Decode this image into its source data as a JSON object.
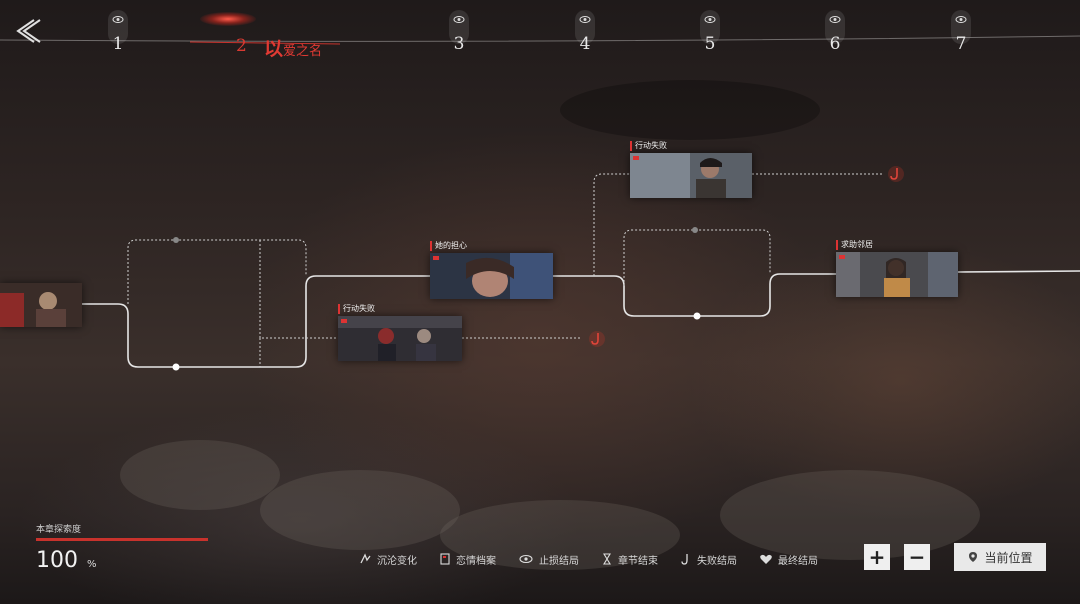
{
  "chapters": {
    "items": [
      {
        "num": "1"
      },
      {
        "num": "2",
        "title_main": "以",
        "title_sub": "爱之名",
        "active": true
      },
      {
        "num": "3"
      },
      {
        "num": "4"
      },
      {
        "num": "5"
      },
      {
        "num": "6"
      },
      {
        "num": "7"
      }
    ]
  },
  "nodes": [
    {
      "label": ""
    },
    {
      "label": "行动失败"
    },
    {
      "label": "她的担心"
    },
    {
      "label": "行动失败"
    },
    {
      "label": "求助邻居"
    }
  ],
  "progress": {
    "caption": "本章探索度",
    "value": "100",
    "unit": "%",
    "percent": 100
  },
  "legend": [
    {
      "icon": "change-icon",
      "label": "沉沦变化"
    },
    {
      "icon": "file-icon",
      "label": "恋情档案"
    },
    {
      "icon": "eye-icon",
      "label": "止损结局"
    },
    {
      "icon": "hourglass-icon",
      "label": "章节结束"
    },
    {
      "icon": "hook-icon",
      "label": "失败结局"
    },
    {
      "icon": "heart-icon",
      "label": "最终结局"
    }
  ],
  "controls": {
    "zoom_in": "+",
    "zoom_out": "−",
    "current_position": "当前位置"
  },
  "colors": {
    "accent": "#d83a32",
    "line": "#e6e6e6"
  }
}
